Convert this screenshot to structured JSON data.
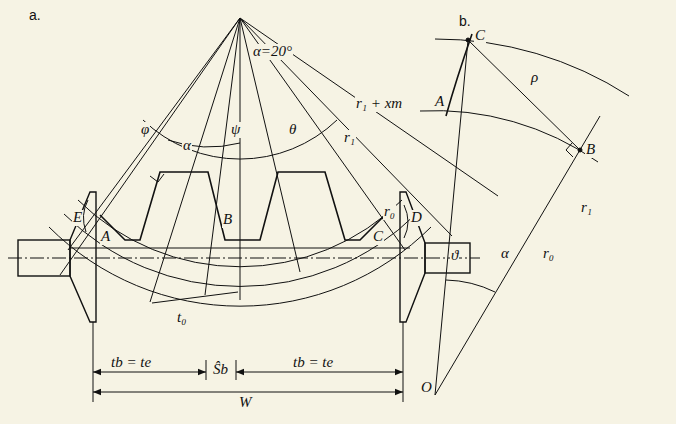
{
  "diagram": {
    "labels": [
      "a.",
      "α=20°",
      "r₁ + xm",
      "r₁",
      "r₀",
      "φ",
      "ψ",
      "θ",
      "α",
      "E",
      "D",
      "A",
      "B",
      "C",
      "t₀",
      "tb = te",
      "Ŝb",
      "tb = te",
      "W",
      "b.",
      "C",
      "A",
      "ρ",
      "B",
      "r₀",
      "r₁",
      "ϑ",
      "α",
      "O"
    ]
  }
}
